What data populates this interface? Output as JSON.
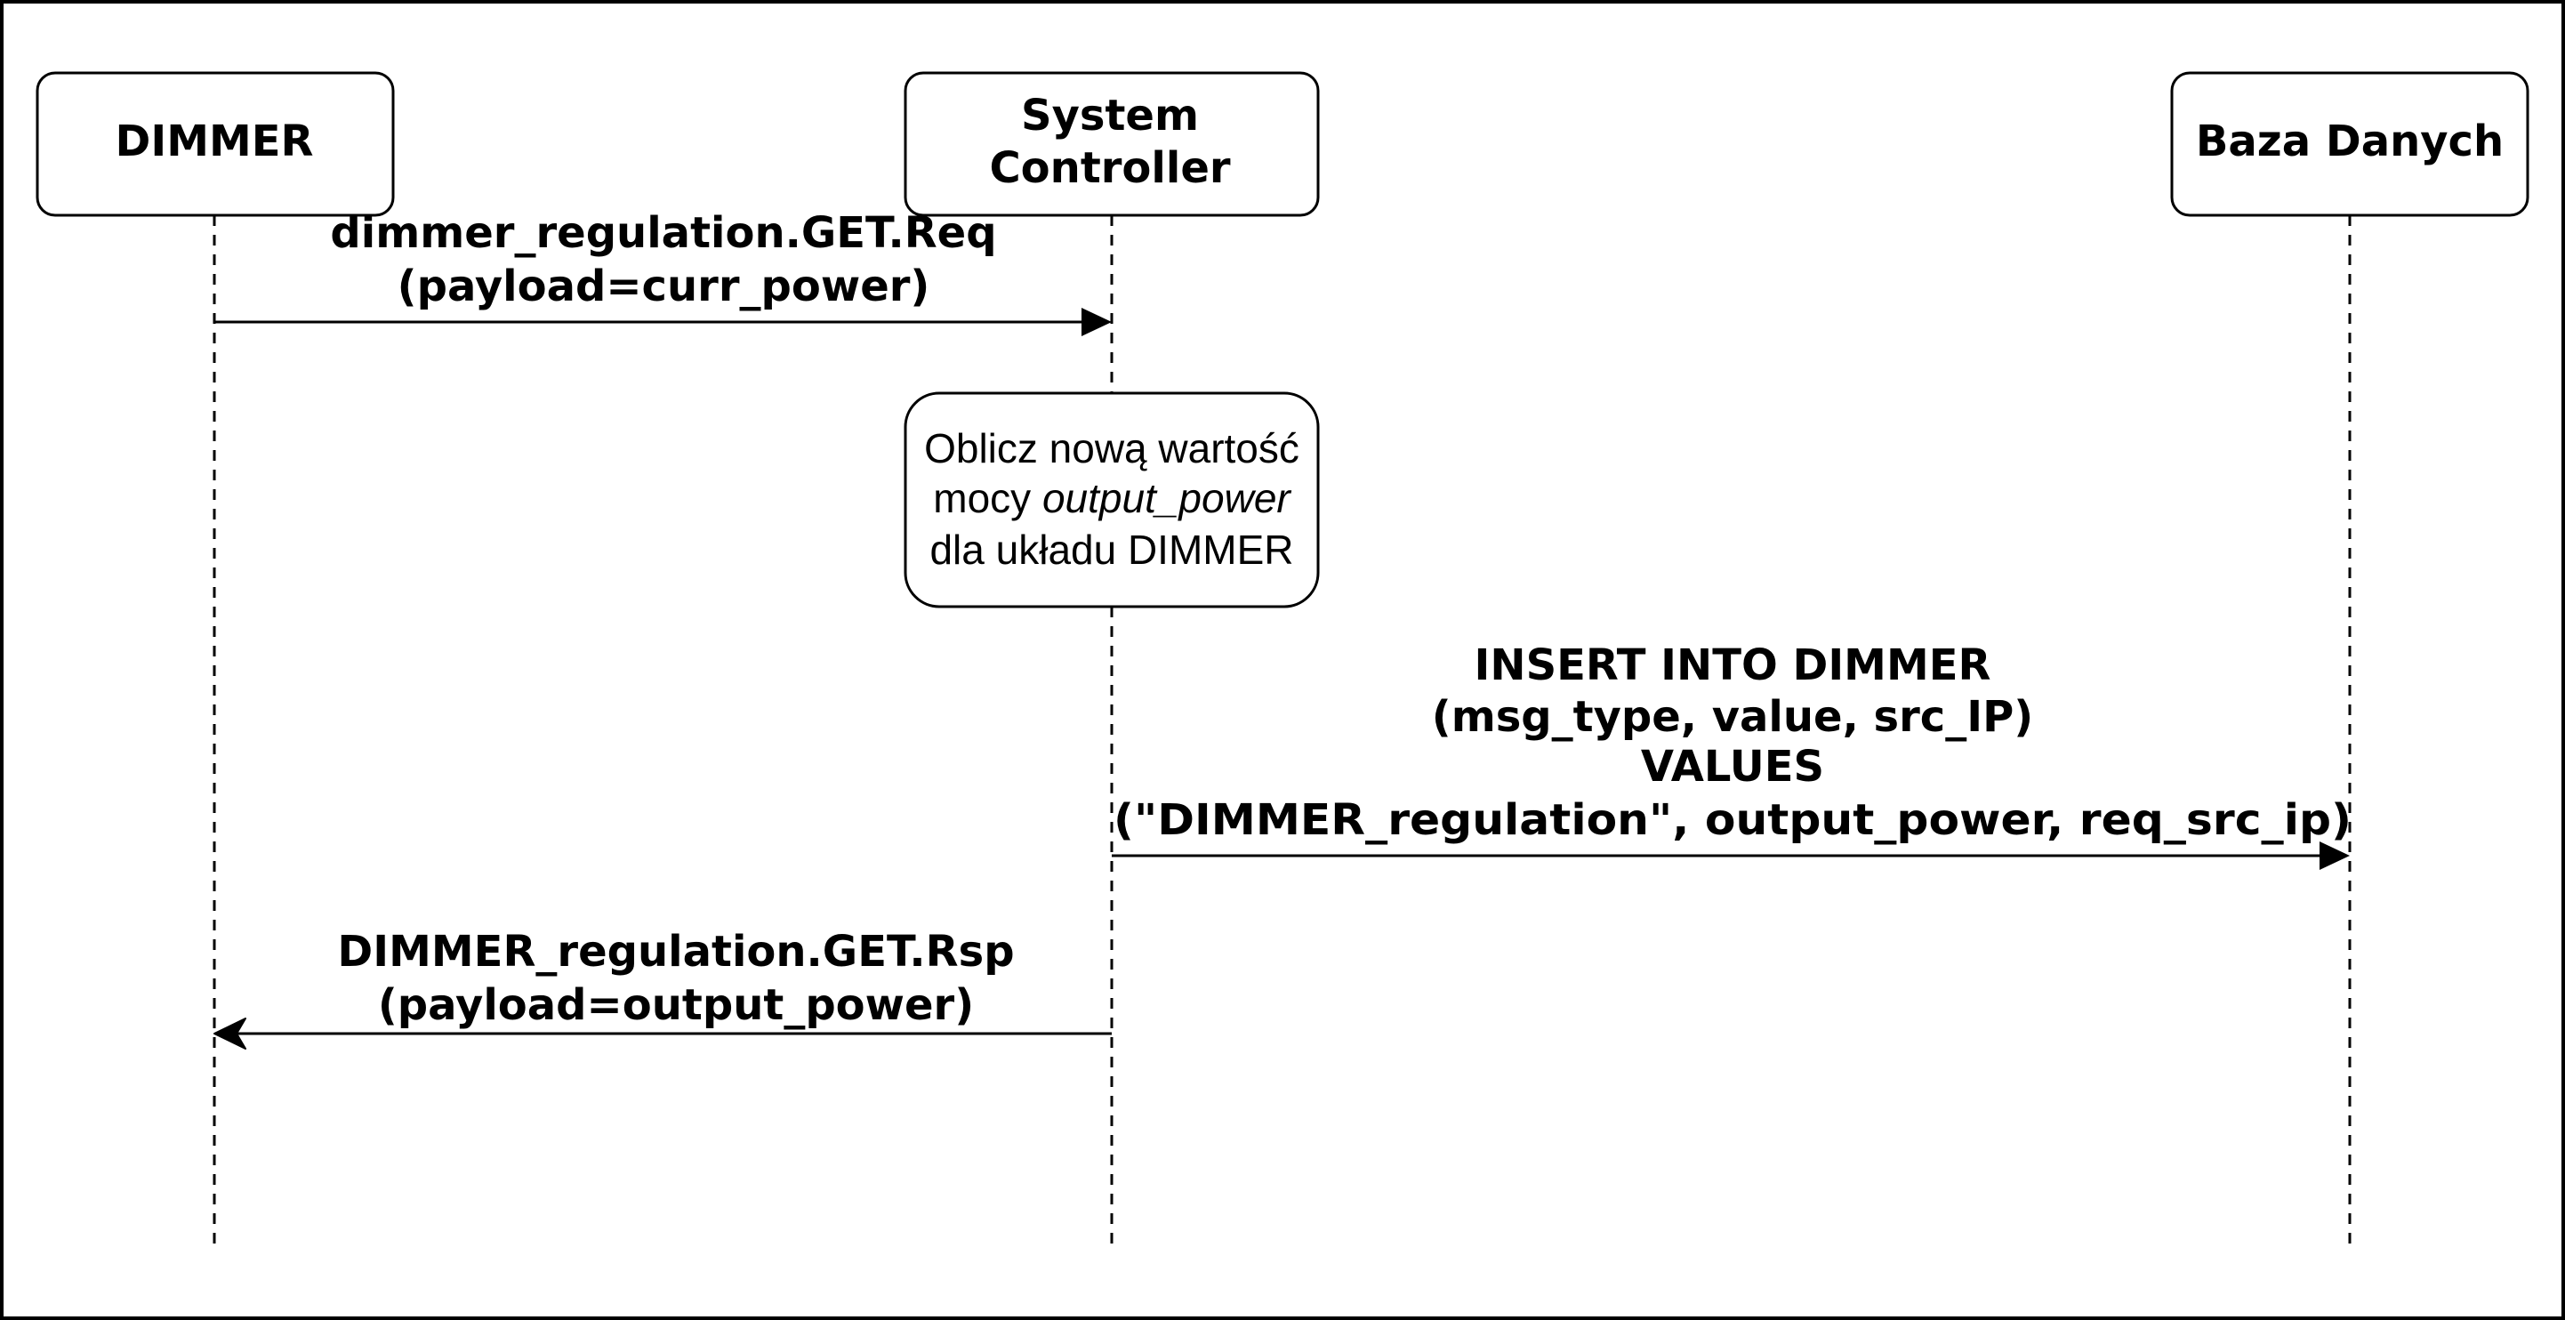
{
  "participants": [
    {
      "id": "dimmer",
      "label_lines": [
        "DIMMER"
      ]
    },
    {
      "id": "controller",
      "label_lines": [
        "System",
        "Controller"
      ]
    },
    {
      "id": "database",
      "label_lines": [
        "Baza Danych"
      ]
    }
  ],
  "messages": [
    {
      "id": "dimmer-regulation-get-req",
      "from": "dimmer",
      "to": "controller",
      "label_lines": [
        "dimmer_regulation.GET.Req",
        "(payload=curr_power)"
      ]
    },
    {
      "id": "insert-into-dimmer",
      "from": "controller",
      "to": "database",
      "label_lines": [
        "INSERT INTO DIMMER",
        "(msg_type, value, src_IP)",
        "VALUES",
        "(\"DIMMER_regulation\", output_power, req_src_ip)"
      ]
    },
    {
      "id": "dimmer-regulation-get-rsp",
      "from": "controller",
      "to": "dimmer",
      "label_lines": [
        "DIMMER_regulation.GET.Rsp",
        "(payload=output_power)"
      ]
    }
  ],
  "note": {
    "line1": "Oblicz nową wartość",
    "line2_prefix": "mocy ",
    "line2_italic": "output_power",
    "line3": "dla układu DIMMER"
  },
  "colors": {
    "stroke": "#000000",
    "background": "#ffffff"
  }
}
